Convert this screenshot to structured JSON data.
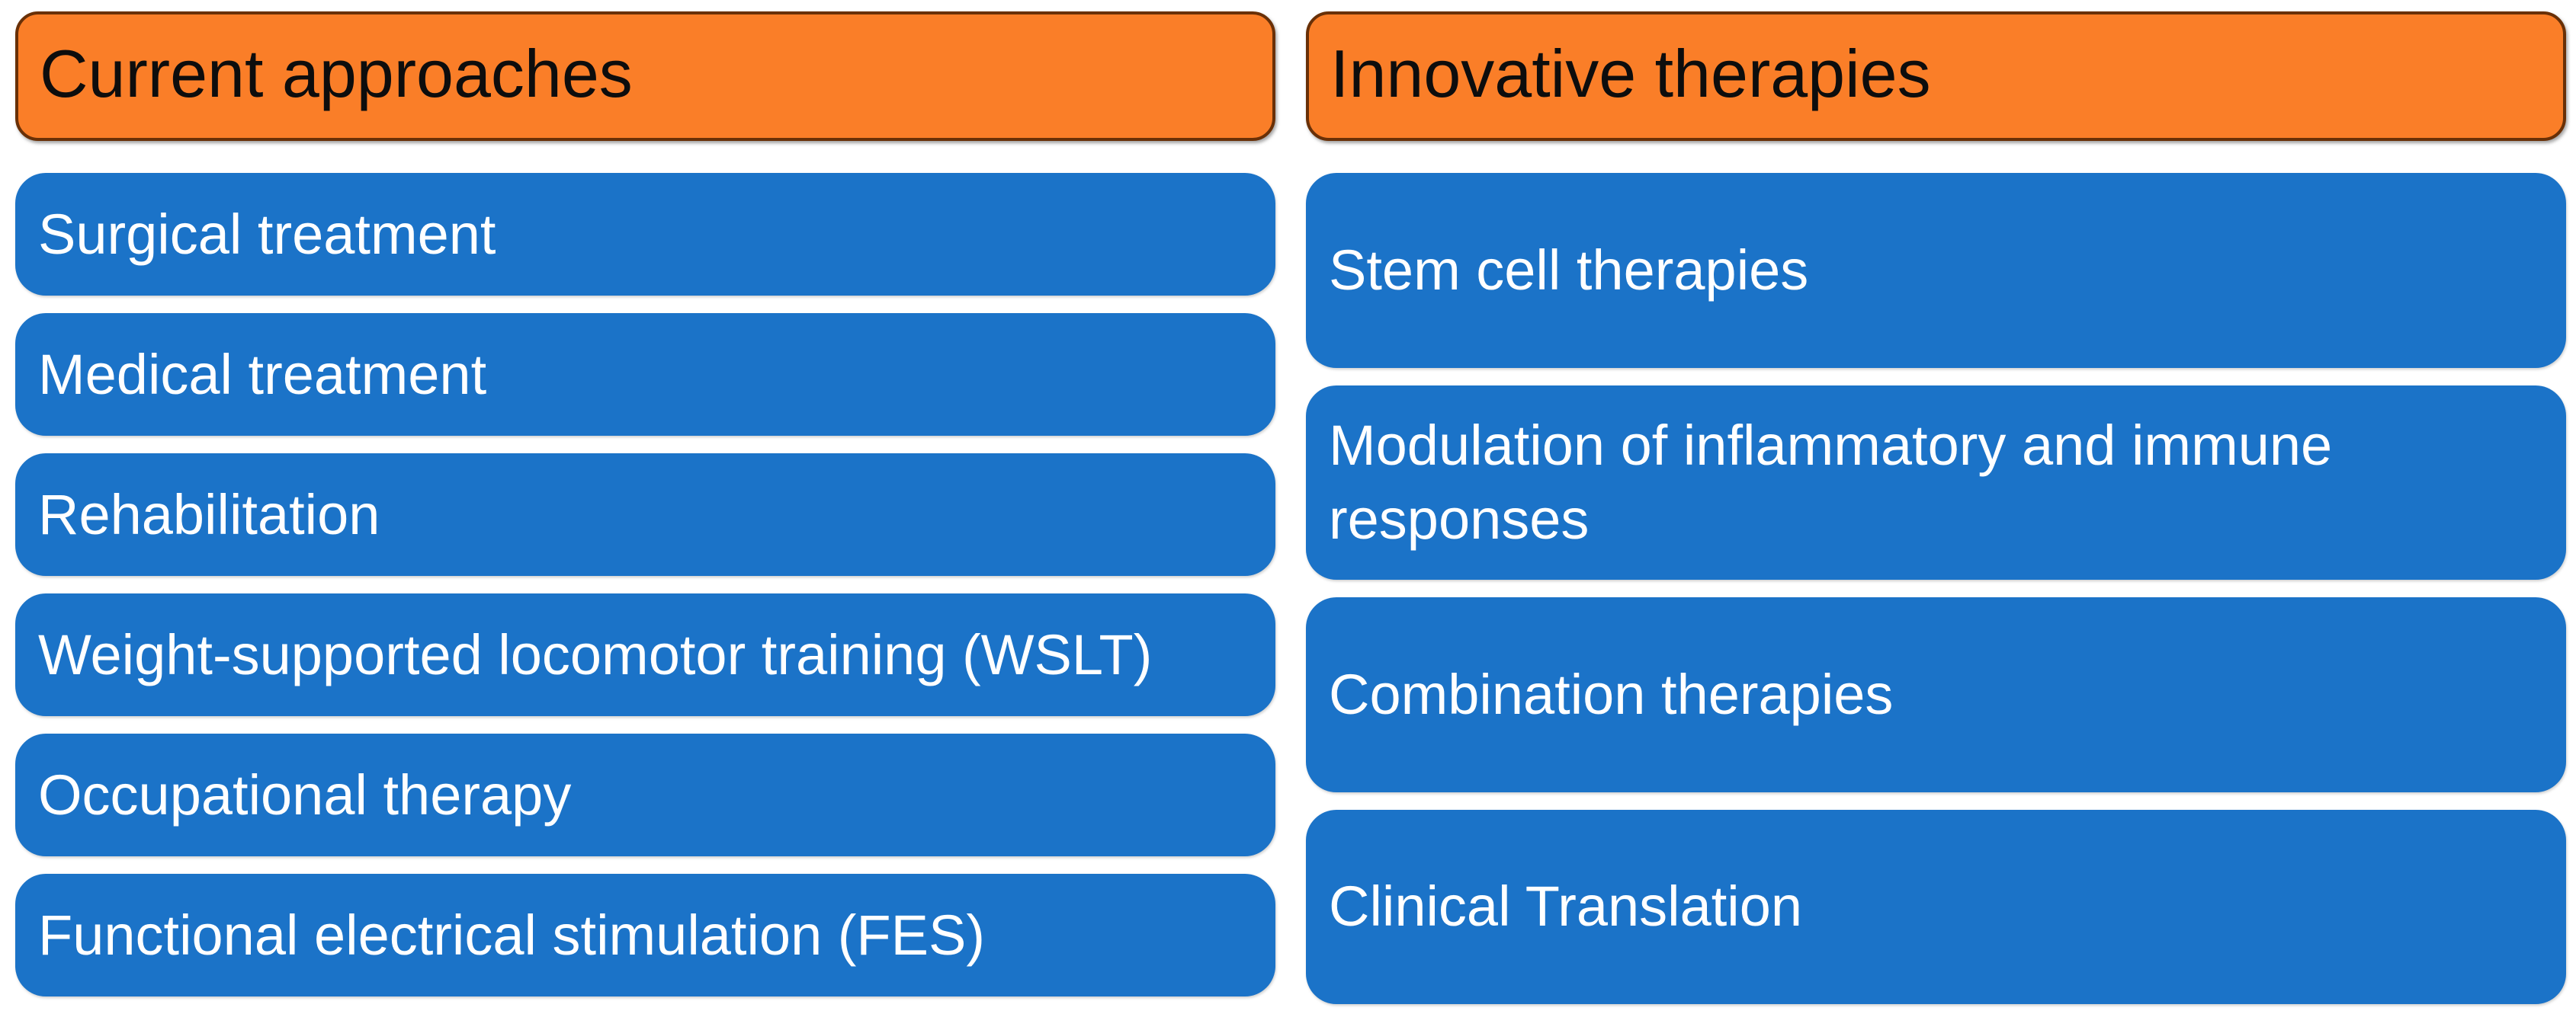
{
  "colors": {
    "box_blue": "#1b73c8",
    "box_orange": "#fa7e28",
    "orange_border": "#693007",
    "header_text": "#0d0d0d",
    "box_text": "#ffffff",
    "page_bg": "#ffffff"
  },
  "columns": [
    {
      "header": "Current approaches",
      "items": [
        "Surgical treatment",
        "Medical treatment",
        "Rehabilitation",
        "Weight-supported locomotor training (WSLT)",
        "Occupational therapy",
        "Functional electrical stimulation (FES)"
      ]
    },
    {
      "header": "Innovative therapies",
      "items": [
        "Stem cell therapies",
        "Modulation of inflammatory and immune responses",
        "Combination therapies",
        "Clinical Translation"
      ]
    }
  ]
}
